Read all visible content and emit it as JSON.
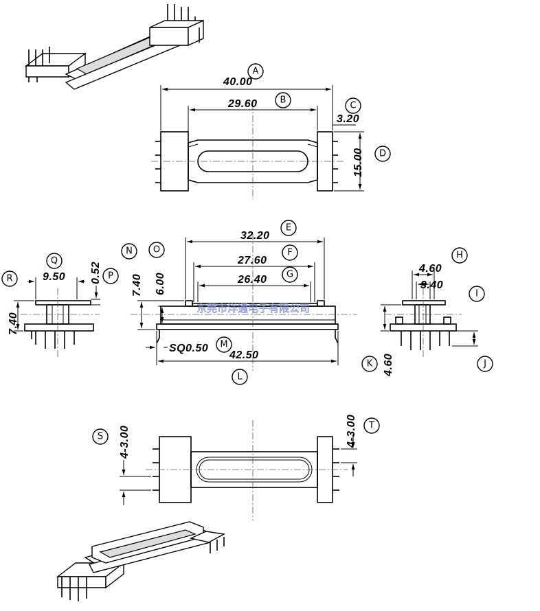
{
  "dimensions": {
    "A": "40.00",
    "B": "29.60",
    "C": "3.20",
    "D": "15.00",
    "E": "32.20",
    "F": "27.60",
    "G": "26.40",
    "H": "4.60",
    "I": "3.40",
    "J": "",
    "K": "4.60",
    "L": "42.50",
    "M": "SQ0.50",
    "N": "7.40",
    "O": "6.00",
    "P": "0.52",
    "Q": "9.50",
    "R": "7.40",
    "S": "4-3.00",
    "T": "4-3.00"
  },
  "labels": [
    "A",
    "B",
    "C",
    "D",
    "E",
    "F",
    "G",
    "H",
    "I",
    "J",
    "K",
    "L",
    "M",
    "N",
    "O",
    "P",
    "Q",
    "R",
    "S",
    "T"
  ],
  "watermark": "东莞市洋通电子有限公司"
}
